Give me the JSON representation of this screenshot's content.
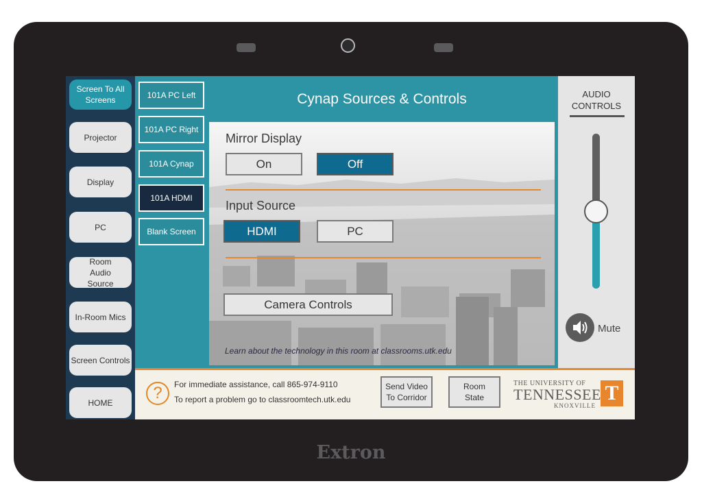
{
  "device": {
    "brand": "Extron"
  },
  "nav": {
    "items": [
      {
        "label": "Screen To All Screens",
        "active": true
      },
      {
        "label": "Projector",
        "active": false
      },
      {
        "label": "Display",
        "active": false
      },
      {
        "label": "PC",
        "active": false
      },
      {
        "label": "Room Audio Source",
        "active": false
      },
      {
        "label": "In-Room Mics",
        "active": false
      },
      {
        "label": "Screen Controls",
        "active": false
      },
      {
        "label": "HOME",
        "active": false
      }
    ]
  },
  "sources": {
    "items": [
      {
        "label": "101A PC Left",
        "active": false
      },
      {
        "label": "101A PC Right",
        "active": false
      },
      {
        "label": "101A Cynap",
        "active": false
      },
      {
        "label": "101A HDMI",
        "active": true
      },
      {
        "label": "Blank Screen",
        "active": false
      }
    ]
  },
  "main": {
    "title": "Cynap Sources & Controls",
    "mirror_label": "Mirror Display",
    "mirror_on": "On",
    "mirror_off": "Off",
    "mirror_selected": "Off",
    "input_label": "Input Source",
    "input_hdmi": "HDMI",
    "input_pc": "PC",
    "input_selected": "HDMI",
    "camera_controls": "Camera Controls",
    "learn_more": "Learn about the technology in this room at classrooms.utk.edu"
  },
  "audio": {
    "title_line1": "AUDIO",
    "title_line2": "CONTROLS",
    "volume_fraction": 0.5,
    "mute_label": "Mute"
  },
  "footer": {
    "assist_line1": "For immediate assistance, call 865-974-9110",
    "assist_line2": "To report a problem go to classroomtech.utk.edu",
    "send_video": "Send Video To Corridor",
    "room_state": "Room State",
    "univ_line1": "THE UNIVERSITY OF",
    "univ_line2": "TENNESSEE",
    "univ_line3": "KNOXVILLE",
    "logo_letter": "T"
  },
  "colors": {
    "teal": "#2c94a4",
    "navy": "#1e3a52",
    "selected_blue": "#0f6a8f",
    "orange": "#e8862d"
  },
  "icons": {
    "help": "question-circle-icon",
    "mute": "speaker-icon"
  }
}
